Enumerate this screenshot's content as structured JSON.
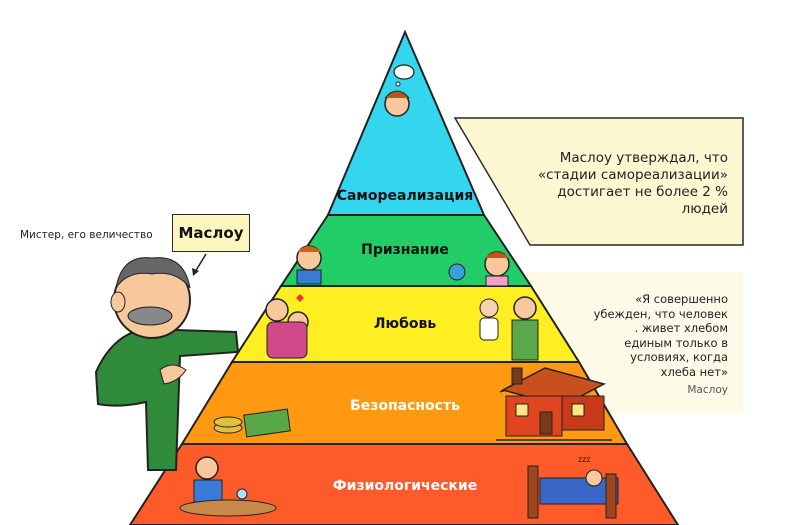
{
  "pyramid": {
    "tiers": [
      {
        "label": "Самореализация",
        "color": "#33d6ee"
      },
      {
        "label": "Признание",
        "color": "#22cc66"
      },
      {
        "label": "Любовь",
        "color": "#ffee22"
      },
      {
        "label": "Безопасность",
        "color": "#ff9911"
      },
      {
        "label": "Физиологические",
        "color": "#ff5a2a"
      }
    ]
  },
  "maslow": {
    "caption": "Мистер, его величество",
    "name": "Маслоу"
  },
  "quote_top": {
    "lines": [
      "Маслоу утверждал, что",
      "«стадии самореализации»",
      "достигает не более 2 %",
      "людей"
    ]
  },
  "quote_bottom": {
    "lines": [
      "«Я совершенно",
      "убежден, что человек",
      ".   живет хлебом",
      "единым только в",
      "условиях, когда",
      "хлеба нет»"
    ],
    "author": "Маслоу"
  }
}
